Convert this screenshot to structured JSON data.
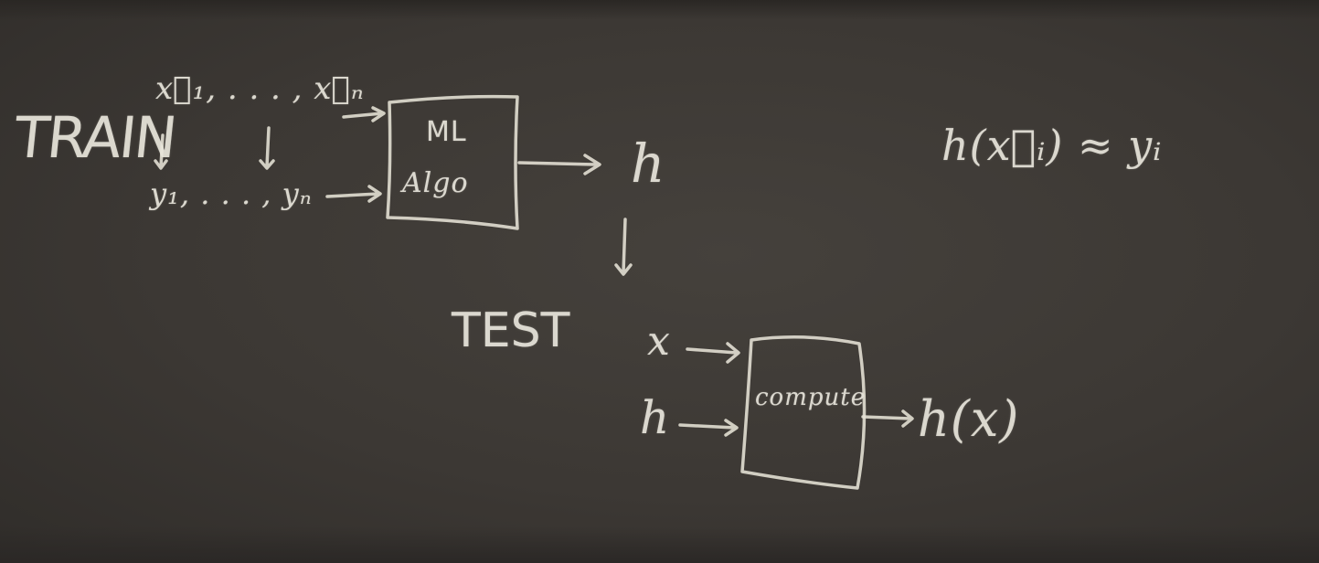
{
  "board": {
    "train_label": "TRAIN",
    "train_inputs_x": "x⃗₁, . . . , x⃗ₙ",
    "train_inputs_y": "y₁, . . . , yₙ",
    "ml_box_line1": "ML",
    "ml_box_line2": "Algo",
    "hypothesis": "h",
    "approx_formula": "h(x⃗ᵢ) ≈ yᵢ",
    "test_label": "TEST",
    "test_input_x": "x",
    "test_input_h": "h",
    "compute_box": "compute",
    "output": "h(x)"
  }
}
